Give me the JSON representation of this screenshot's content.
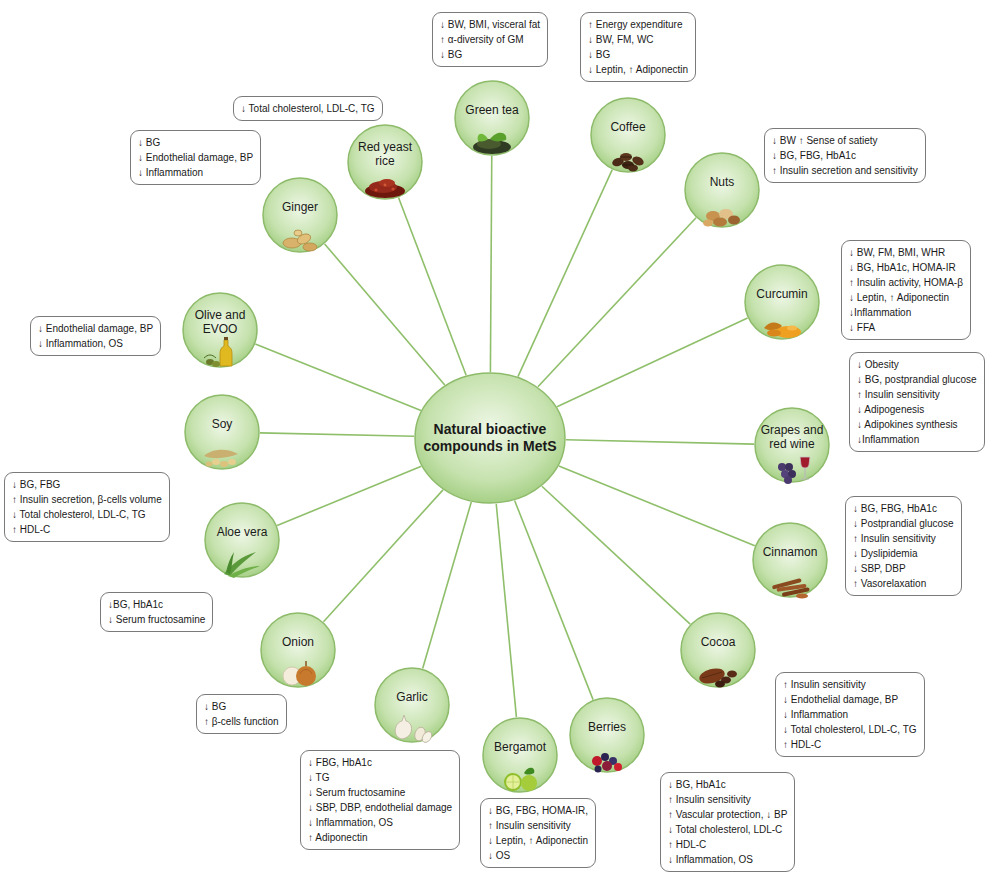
{
  "diagram": {
    "nodes": [
      {
        "text": [
          "Natural bioactive compounds in MetS"
        ]
      },
      {
        "text": [
          "Red yeast rice"
        ]
      },
      {
        "text": [
          "↓ Total cholesterol, LDL-C, TG"
        ]
      },
      {
        "text": [
          "Green tea"
        ]
      },
      {
        "text": [
          "↓ BW, BMI, visceral fat",
          "↑ α-diversity of GM",
          "↓ BG"
        ]
      },
      {
        "text": [
          "Coffee"
        ]
      },
      {
        "text": [
          "↑ Energy expenditure",
          "↓ BW, FM, WC",
          "↓ BG",
          "↓ Leptin, ↑ Adiponectin"
        ]
      },
      {
        "text": [
          "Nuts"
        ]
      },
      {
        "text": [
          "↓ BW ↑ Sense of satiety",
          "↓ BG, FBG, HbA1c",
          "↑ Insulin secretion and sensitivity"
        ]
      },
      {
        "text": [
          "Curcumin"
        ]
      },
      {
        "text": [
          "↓ BW, FM, BMI, WHR",
          "↓ BG, HbA1c, HOMA-IR",
          "↑ Insulin activity, HOMA-β",
          "↓ Leptin, ↑ Adiponectin",
          "↓Inflammation",
          "↓ FFA"
        ]
      },
      {
        "text": [
          "Grapes and red wine"
        ]
      },
      {
        "text": [
          "↓ Obesity",
          "↓ BG, postprandial glucose",
          "↑ Insulin sensitivity",
          "↓ Adipogenesis",
          "↓ Adipokines synthesis",
          "↓Inflammation"
        ]
      },
      {
        "text": [
          "Cinnamon"
        ]
      },
      {
        "text": [
          "↓ BG, FBG, HbA1c",
          "↓ Postprandial glucose",
          "↑ Insulin sensitivity",
          "↓ Dyslipidemia",
          "↓ SBP, DBP",
          "↑ Vasorelaxation"
        ]
      },
      {
        "text": [
          "Cocoa"
        ]
      },
      {
        "text": [
          "↑ Insulin sensitivity",
          "↓ Endothelial damage, BP",
          "↓ Inflammation",
          "↓ Total cholesterol, LDL-C, TG",
          "↑ HDL-C"
        ]
      },
      {
        "text": [
          "Berries"
        ]
      },
      {
        "text": [
          "↓ BG, HbA1c",
          "↑ Insulin sensitivity",
          "↑ Vascular protection, ↓ BP",
          "↓ Total cholesterol, LDL-C",
          "↑ HDL-C",
          "↓ Inflammation, OS"
        ]
      },
      {
        "text": [
          "Bergamot"
        ]
      },
      {
        "text": [
          "↓ BG, FBG, HOMA-IR,",
          "↑ Insulin sensitivity",
          "↓ Leptin, ↑ Adiponectin",
          "↓ OS"
        ]
      },
      {
        "text": [
          "Garlic"
        ]
      },
      {
        "text": [
          "↓ FBG, HbA1c",
          "↓ TG",
          "↓ Serum fructosamine",
          "↓ SBP, DBP, endothelial damage",
          "↓ Inflammation, OS",
          "↑ Adiponectin"
        ]
      },
      {
        "text": [
          "Onion"
        ]
      },
      {
        "text": [
          "↓ BG",
          "↑ β-cells function"
        ]
      },
      {
        "text": [
          "Aloe vera"
        ]
      },
      {
        "text": [
          "↓BG, HbA1c",
          "↓ Serum fructosamine"
        ]
      },
      {
        "text": [
          "Soy"
        ]
      },
      {
        "text": [
          "↓ BG, FBG",
          "↑ Insulin secretion, β-cells volume",
          "↓ Total cholesterol, LDL-C, TG",
          "↑ HDL-C"
        ]
      },
      {
        "text": [
          "Olive and EVOO"
        ]
      },
      {
        "text": [
          "↓ Endothelial damage, BP",
          "↓ Inflammation, OS"
        ]
      },
      {
        "text": [
          "Ginger"
        ]
      },
      {
        "text": [
          "↓ BG",
          "↓ Endothelial damage, BP",
          "↓ Inflammation"
        ]
      }
    ],
    "edges": [
      {
        "from": 0,
        "to": 1,
        "arrow": "none"
      },
      {
        "from": 0,
        "to": 3,
        "arrow": "none"
      },
      {
        "from": 0,
        "to": 5,
        "arrow": "none"
      },
      {
        "from": 0,
        "to": 7,
        "arrow": "none"
      },
      {
        "from": 0,
        "to": 9,
        "arrow": "none"
      },
      {
        "from": 0,
        "to": 11,
        "arrow": "none"
      },
      {
        "from": 0,
        "to": 13,
        "arrow": "none"
      },
      {
        "from": 0,
        "to": 15,
        "arrow": "none"
      },
      {
        "from": 0,
        "to": 17,
        "arrow": "none"
      },
      {
        "from": 0,
        "to": 19,
        "arrow": "none"
      },
      {
        "from": 0,
        "to": 21,
        "arrow": "none"
      },
      {
        "from": 0,
        "to": 23,
        "arrow": "none"
      },
      {
        "from": 0,
        "to": 25,
        "arrow": "none"
      },
      {
        "from": 0,
        "to": 27,
        "arrow": "none"
      },
      {
        "from": 0,
        "to": 29,
        "arrow": "none"
      },
      {
        "from": 0,
        "to": 31,
        "arrow": "none"
      }
    ]
  }
}
